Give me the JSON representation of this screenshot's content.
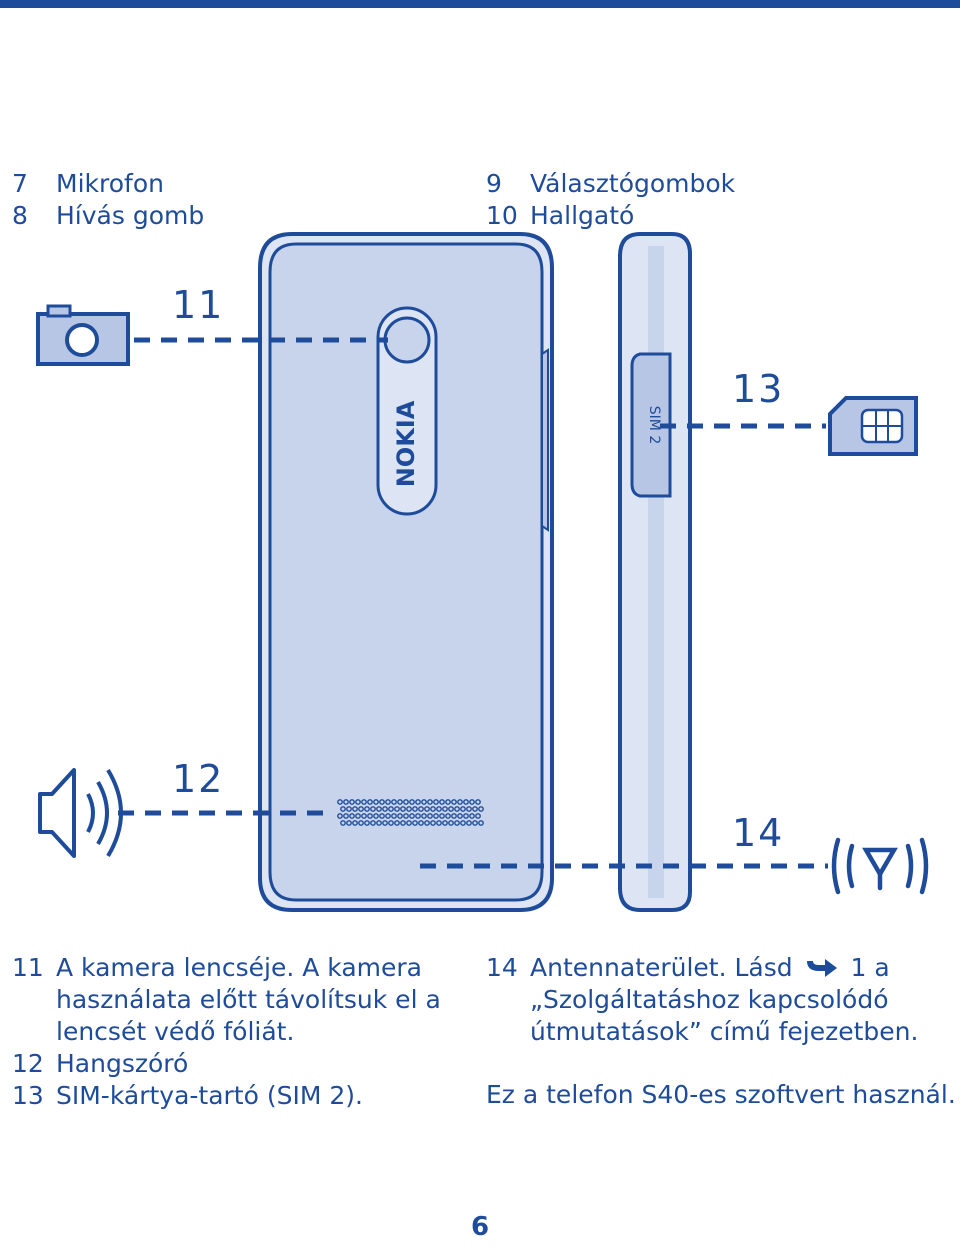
{
  "legend_top_left": [
    {
      "num": "7",
      "text": "Mikrofon"
    },
    {
      "num": "8",
      "text": "Hívás gomb"
    }
  ],
  "legend_top_right": [
    {
      "num": "9",
      "text": "Választógombok"
    },
    {
      "num": "10",
      "text": "Hallgató"
    }
  ],
  "callouts": {
    "c11": "11",
    "c12": "12",
    "c13": "13",
    "c14": "14"
  },
  "phone": {
    "brand": "NOKIA",
    "sim_slot_label": "SIM 2"
  },
  "legend_bottom_left": [
    {
      "num": "11",
      "text": "A kamera lencséje. A kamera használata előtt távolítsuk el a lencsét védő fóliát."
    },
    {
      "num": "12",
      "text": "Hangszóró"
    },
    {
      "num": "13",
      "text": "SIM-kártya-tartó (SIM 2)."
    }
  ],
  "legend_bottom_right": {
    "num": "14",
    "text_before": "Antennaterület. Lásd",
    "text_after": "1 a „Szolgáltatáshoz kapcsolódó útmutatások” című fejezetben."
  },
  "footer_note": "Ez a telefon S40-es szoftvert használ.",
  "page_number": "6",
  "colors": {
    "primary": "#1e4c9a",
    "fill": "#c8d3ec",
    "fill_light": "#dde5f5"
  },
  "icons": [
    "camera-icon",
    "speaker-icon",
    "sim-card-icon",
    "antenna-icon",
    "arrow-right-icon"
  ]
}
